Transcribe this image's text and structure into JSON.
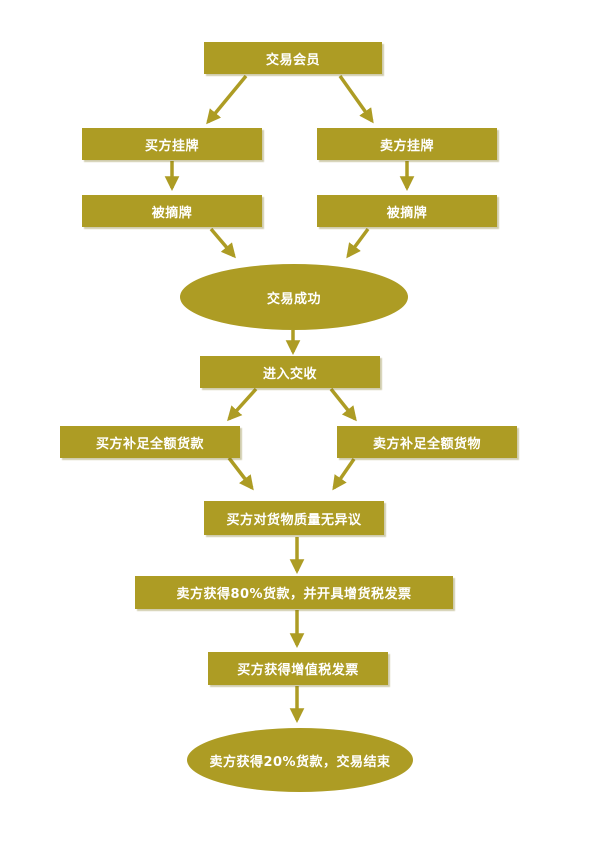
{
  "colors": {
    "node_fill": "#ad9c24",
    "arrow": "#ad9c24",
    "text": "#ffffff",
    "background": "#ffffff"
  },
  "nodes": {
    "member": "交易会员",
    "buyer_listing": "买方挂牌",
    "seller_listing": "卖方挂牌",
    "buyer_delisted": "被摘牌",
    "seller_delisted": "被摘牌",
    "deal_success": "交易成功",
    "enter_delivery": "进入交收",
    "buyer_pay_full": "买方补足全额货款",
    "seller_supply_goods": "卖方补足全额货物",
    "buyer_accept_quality": "买方对货物质量无异议",
    "seller_get_80": "卖方获得80%货款，并开具增货税发票",
    "buyer_get_invoice": "买方获得增值税发票",
    "seller_get_20_end": "卖方获得20%货款，交易结束"
  }
}
